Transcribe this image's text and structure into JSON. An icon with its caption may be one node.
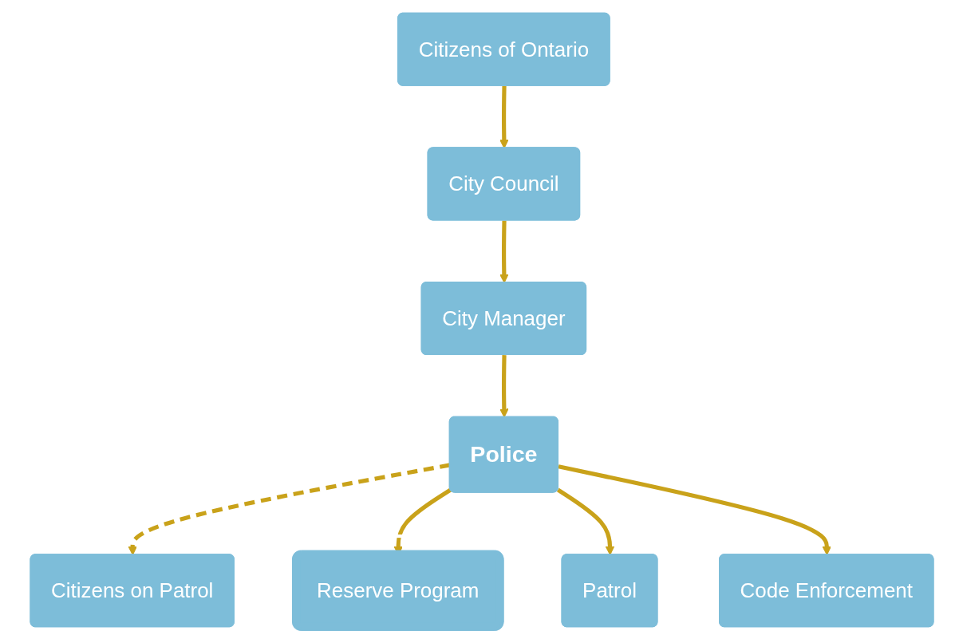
{
  "diagram": {
    "nodes": [
      {
        "text": [
          "Citizens of Ontario"
        ]
      },
      {
        "text": [
          "City Council"
        ]
      },
      {
        "text": [
          "City Manager"
        ]
      },
      {
        "text": [
          "Police"
        ]
      },
      {
        "text": [
          "Citizens on Patrol"
        ]
      },
      {
        "text": [
          "Reserve Program"
        ]
      },
      {
        "text": [
          "Patrol"
        ]
      },
      {
        "text": [
          "Code Enforcement"
        ]
      }
    ],
    "edges": [
      {
        "from": 0,
        "to": 1,
        "arrow": "to"
      },
      {
        "from": 1,
        "to": 2,
        "arrow": "to"
      },
      {
        "from": 2,
        "to": 3,
        "arrow": "to"
      },
      {
        "from": 3,
        "to": 4,
        "arrow": "to",
        "style": "dashed"
      },
      {
        "from": 3,
        "to": 5,
        "arrow": "to"
      },
      {
        "from": 3,
        "to": 6,
        "arrow": "to"
      },
      {
        "from": 3,
        "to": 7,
        "arrow": "to"
      }
    ]
  }
}
